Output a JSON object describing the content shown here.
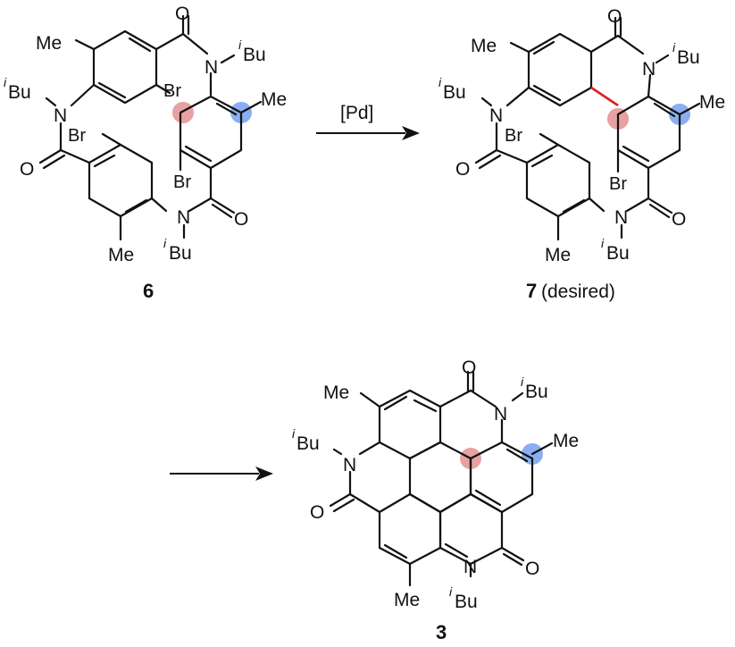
{
  "colors": {
    "ink": "#111111",
    "highlight_pink": "#e8a0a0",
    "highlight_blue": "#8aaef0",
    "new_bond_red": "#dd2222"
  },
  "reagent": "[Pd]",
  "compounds": [
    {
      "number": "6",
      "note": ""
    },
    {
      "number": "7",
      "note": "(desired)"
    },
    {
      "number": "3",
      "note": ""
    }
  ],
  "labels": {
    "me": "Me",
    "ibu_i": "i",
    "ibu_bu": "Bu",
    "n": "N",
    "o": "O",
    "br": "Br"
  }
}
